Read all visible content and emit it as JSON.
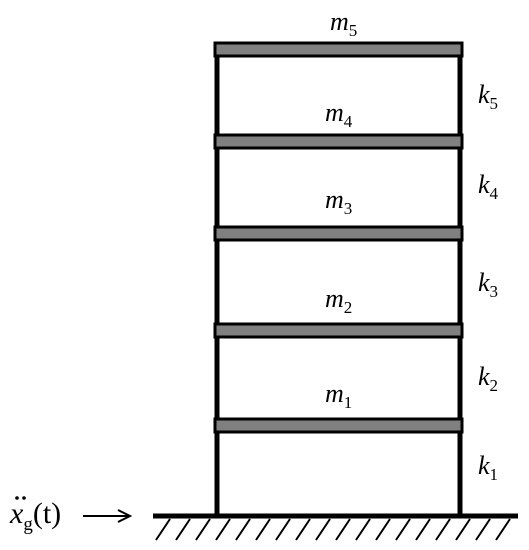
{
  "colors": {
    "column": "#000000",
    "slab_fill": "#808080",
    "slab_border": "#000000",
    "ground": "#000000",
    "background": "#ffffff"
  },
  "masses": [
    {
      "symbol": "m",
      "index": "1"
    },
    {
      "symbol": "m",
      "index": "2"
    },
    {
      "symbol": "m",
      "index": "3"
    },
    {
      "symbol": "m",
      "index": "4"
    },
    {
      "symbol": "m",
      "index": "5"
    }
  ],
  "stiffnesses": [
    {
      "symbol": "k",
      "index": "1"
    },
    {
      "symbol": "k",
      "index": "2"
    },
    {
      "symbol": "k",
      "index": "3"
    },
    {
      "symbol": "k",
      "index": "4"
    },
    {
      "symbol": "k",
      "index": "5"
    }
  ],
  "excitation": {
    "symbol": "x",
    "subscript": "g",
    "argument": "(t)",
    "arrow_icon": "right-arrow-icon"
  }
}
